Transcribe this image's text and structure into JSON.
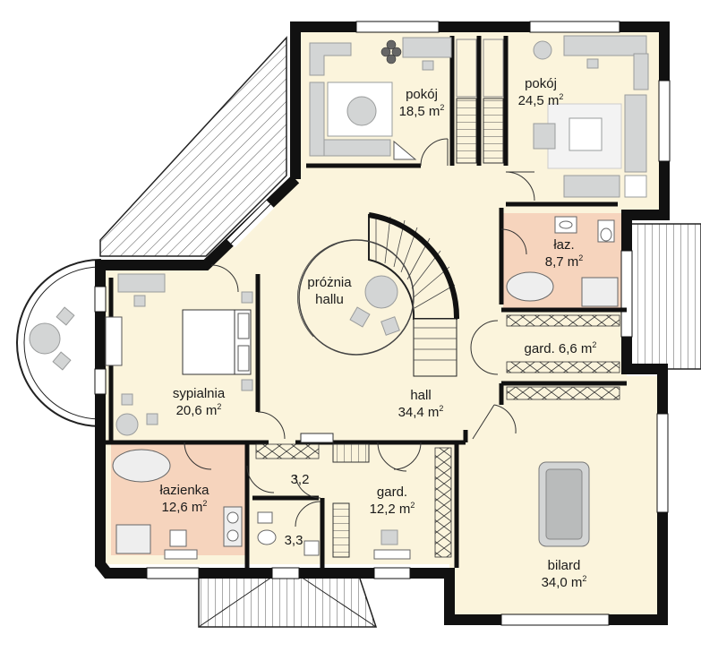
{
  "colors": {
    "floor": "#fbf4dc",
    "bath_tile": "#f6d4bd",
    "wall": "#111111",
    "furniture": "#d3d5d5",
    "furniture_stroke": "#9a9c9c",
    "stair_line": "#444444"
  },
  "rooms": [
    {
      "id": "pokoj-1",
      "name": "pokój",
      "area": "18,5 m",
      "unit_sup": "2"
    },
    {
      "id": "pokoj-2",
      "name": "pokój",
      "area": "24,5 m",
      "unit_sup": "2"
    },
    {
      "id": "laz",
      "name": "łaz.",
      "area": "8,7 m",
      "unit_sup": "2"
    },
    {
      "id": "garderoba-1",
      "name": "gard. 6,6 m",
      "area": "",
      "unit_sup": "2"
    },
    {
      "id": "proznia",
      "name": "próżnia",
      "area": "hallu",
      "unit_sup": ""
    },
    {
      "id": "sypialnia",
      "name": "sypialnia",
      "area": "20,6 m",
      "unit_sup": "2"
    },
    {
      "id": "hall",
      "name": "hall",
      "area": "34,4 m",
      "unit_sup": "2"
    },
    {
      "id": "lazienka",
      "name": "łazienka",
      "area": "12,6 m",
      "unit_sup": "2"
    },
    {
      "id": "korytarz",
      "name": "3,2",
      "area": "",
      "unit_sup": ""
    },
    {
      "id": "wc",
      "name": "3,3",
      "area": "",
      "unit_sup": ""
    },
    {
      "id": "garderoba-2",
      "name": "gard.",
      "area": "12,2 m",
      "unit_sup": "2"
    },
    {
      "id": "bilard",
      "name": "bilard",
      "area": "34,0 m",
      "unit_sup": "2"
    }
  ]
}
